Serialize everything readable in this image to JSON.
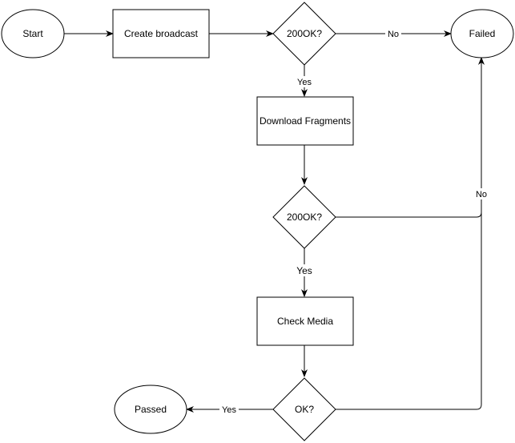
{
  "diagram": {
    "nodes": {
      "start": "Start",
      "create_broadcast": "Create broadcast",
      "check_200ok_1": "200OK?",
      "failed": "Failed",
      "download_fragments": "Download Fragments",
      "check_200ok_2": "200OK?",
      "check_media": "Check Media",
      "check_ok": "OK?",
      "passed": "Passed"
    },
    "edges": {
      "check1_no": "No",
      "check1_yes": "Yes",
      "check2_no": "No",
      "check2_yes": "Yes",
      "check3_yes": "Yes"
    }
  }
}
